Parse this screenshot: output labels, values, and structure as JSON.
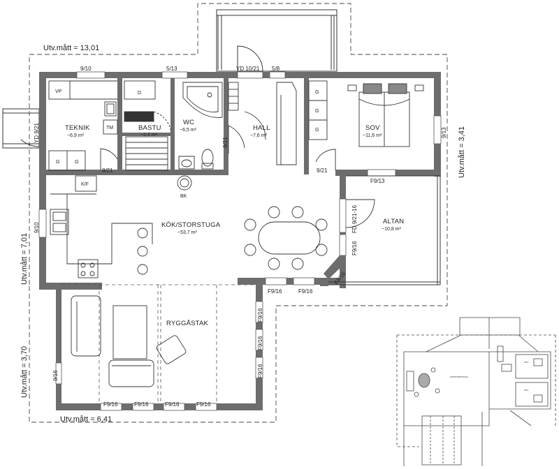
{
  "rooms": {
    "teknik": {
      "name": "TEKNIK",
      "area": "~6,9 m²"
    },
    "bastu": {
      "name": "BASTU",
      "area": "~2,4 m²"
    },
    "wc": {
      "name": "WC",
      "area": "~6,5 m²"
    },
    "hall": {
      "name": "HALL",
      "area": "~7,6 m²"
    },
    "sov": {
      "name": "SOV",
      "area": "~11,6 m²"
    },
    "kok": {
      "name": "KÖK/STORSTUGA",
      "area": "~53,7 m²"
    },
    "altan": {
      "name": "ALTAN",
      "area": "~10,8 m²"
    },
    "ryggastak": {
      "name": "RYGGÅSTAK"
    }
  },
  "dimensions": {
    "top": "Utv.mått = 13,01",
    "right": "Utv.mått = 3,41",
    "left_mid": "Utv.mått = 7,01",
    "left_bottom": "Utv.mått = 3,70",
    "bottom": "Utv.mått = 6,41"
  },
  "openings": {
    "top_teknik": "9/10",
    "top_bastu": "5/13",
    "top_door_hall": "YD 10/21",
    "top_hall_window": "5/8",
    "teknik_door": "YD 9/21",
    "teknik_inner_door": "8/21",
    "wc_door": "9/21",
    "sov_door": "9/21",
    "sov_window": "9/13",
    "altan_window": "F9/13",
    "altan_door": "FD 9/21-16",
    "bay_window": "F9/16",
    "bay_corner": "F8/16",
    "kitchen_window": "9/10",
    "bottom_window_1": "F9/16",
    "bottom_window_2": "F9/16",
    "ryggastak_right": "F9/16",
    "ryggastak_left": "9/16",
    "bottom_row": [
      "F9/16",
      "F9/16",
      "F9/16",
      "F9/16"
    ]
  },
  "fixtures": {
    "vp": "VP",
    "tm": "TM",
    "kf": "K/F",
    "bk": "BK",
    "d": "D",
    "g": "G"
  },
  "thumbnail": {
    "label_1": "KÖK/STORSTUGA",
    "label_2": "SOV",
    "label_3": "SOV"
  }
}
